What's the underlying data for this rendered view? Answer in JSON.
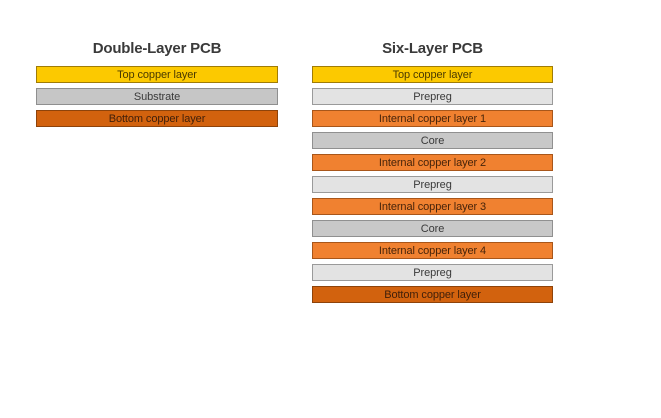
{
  "figure": {
    "background": "#ffffff",
    "palette": {
      "top_copper": "#fcc900",
      "internal_copper": "#f08130",
      "bottom_copper": "#d2620e",
      "prepreg": "#e3e3e3",
      "substrate": "#c6c6c6",
      "core": "#c8c8c8",
      "title_text": "#3a3a3a"
    }
  },
  "stacks": [
    {
      "title": "Double-Layer PCB",
      "layers": [
        {
          "label": "Top copper layer",
          "type": "top-copper"
        },
        {
          "label": "Substrate",
          "type": "substrate"
        },
        {
          "label": "Bottom copper layer",
          "type": "bottom-copper"
        }
      ]
    },
    {
      "title": "Six-Layer PCB",
      "layers": [
        {
          "label": "Top copper layer",
          "type": "top-copper"
        },
        {
          "label": "Prepreg",
          "type": "prepreg"
        },
        {
          "label": "Internal copper layer 1",
          "type": "internal-copper"
        },
        {
          "label": "Core",
          "type": "core"
        },
        {
          "label": "Internal copper layer 2",
          "type": "internal-copper"
        },
        {
          "label": "Prepreg",
          "type": "prepreg"
        },
        {
          "label": "Internal copper layer 3",
          "type": "internal-copper"
        },
        {
          "label": "Core",
          "type": "core"
        },
        {
          "label": "Internal copper layer 4",
          "type": "internal-copper"
        },
        {
          "label": "Prepreg",
          "type": "prepreg"
        },
        {
          "label": "Bottom copper layer",
          "type": "bottom-copper"
        }
      ]
    }
  ]
}
